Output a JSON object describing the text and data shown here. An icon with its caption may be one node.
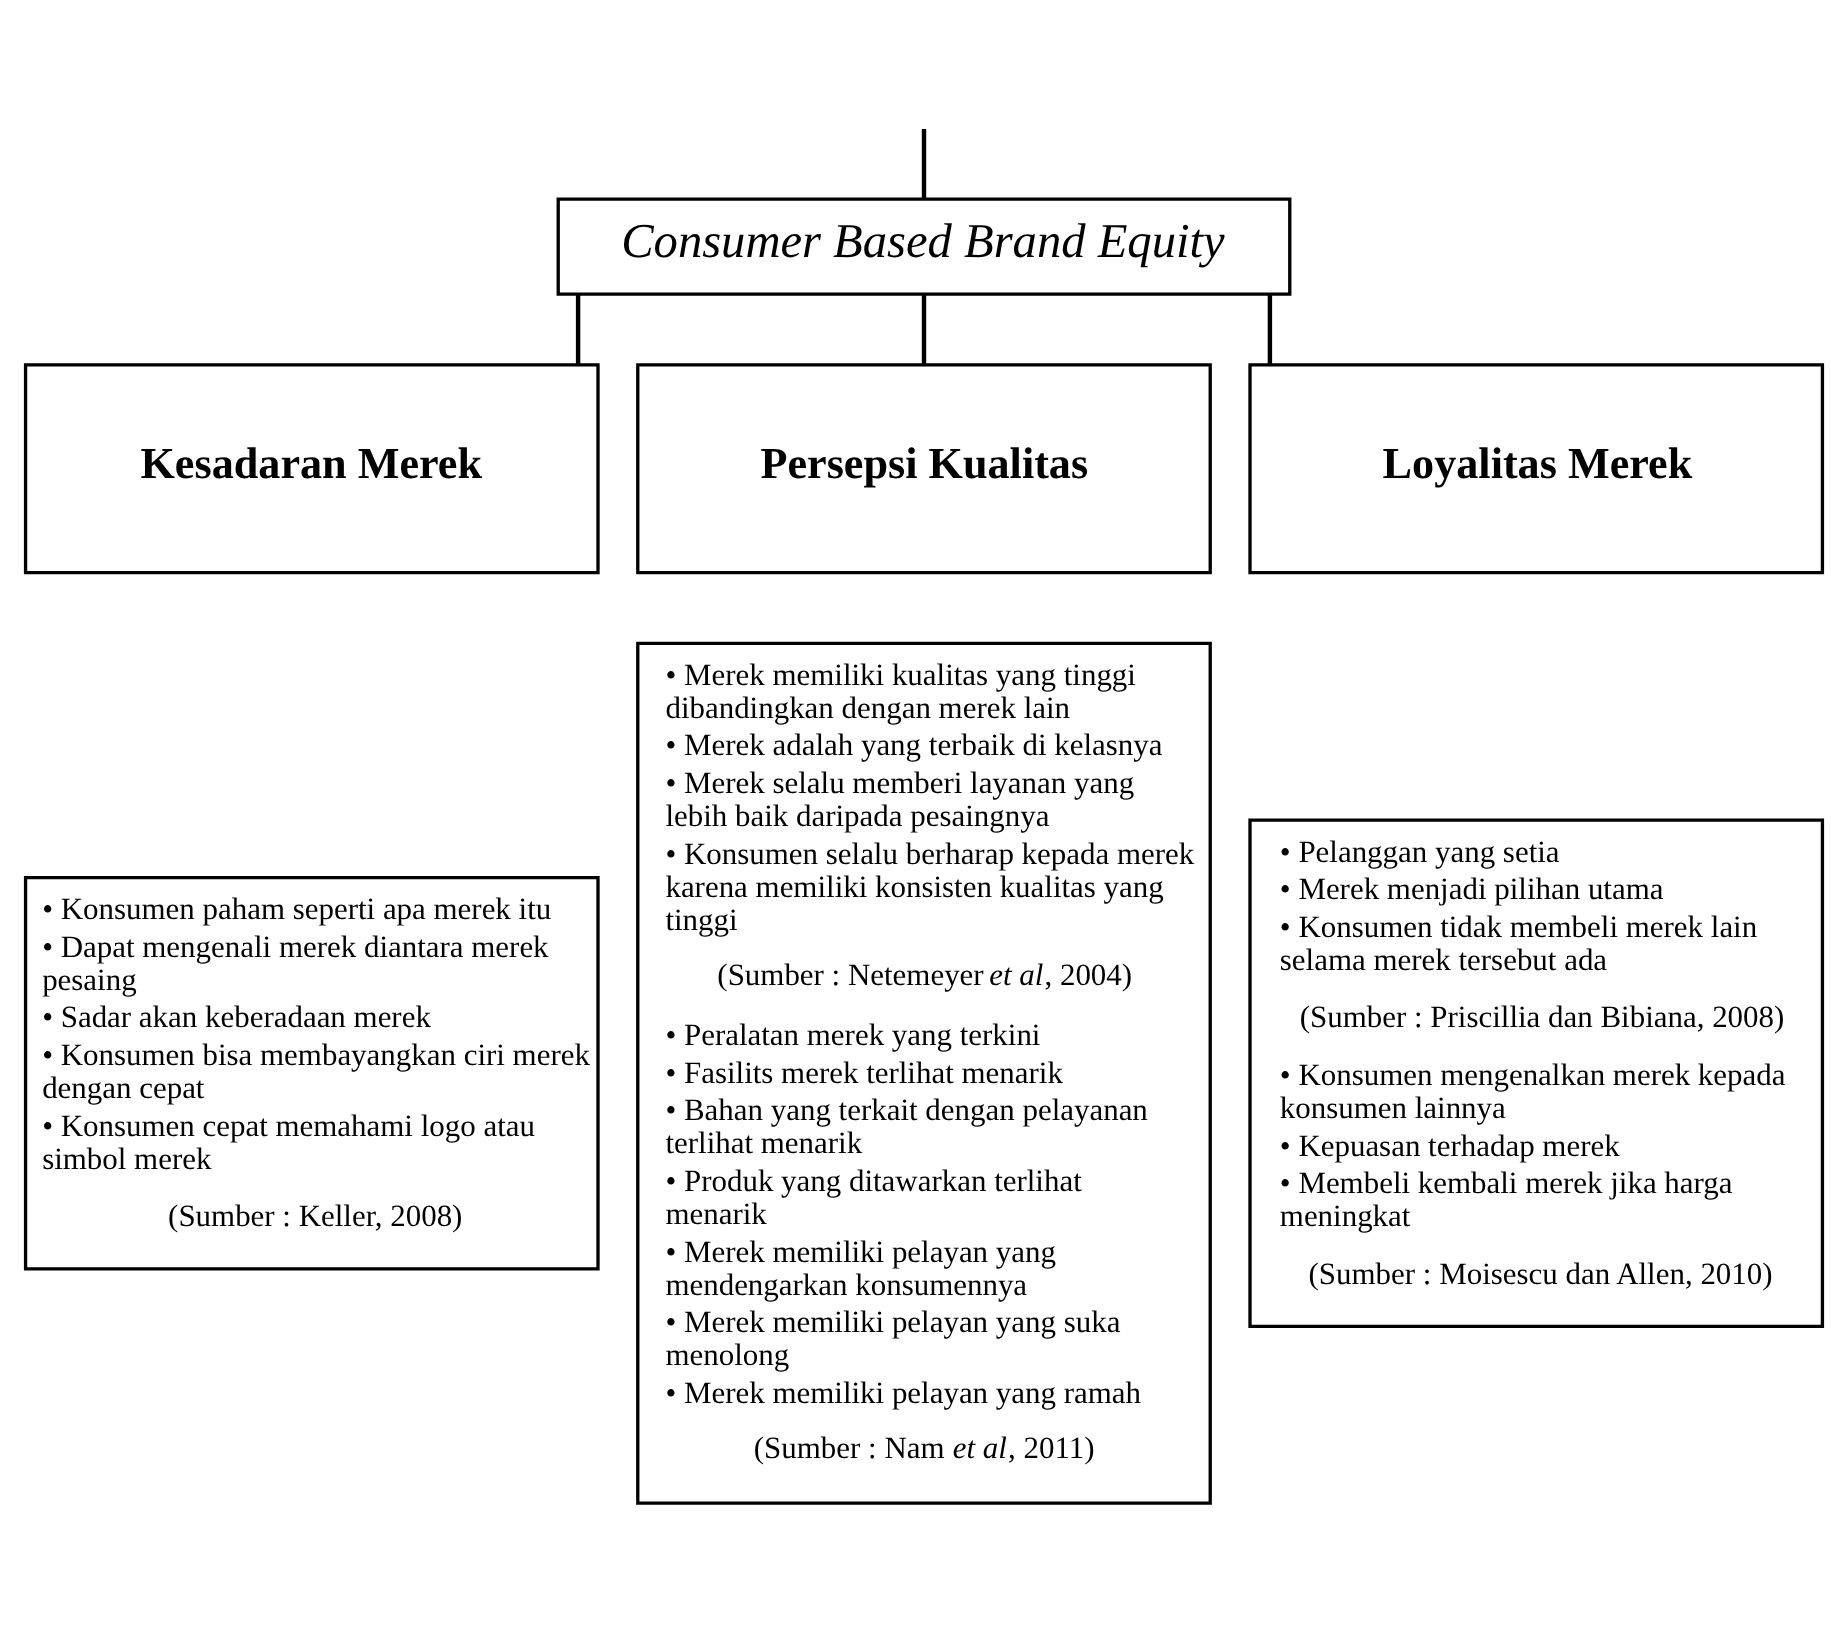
{
  "diagram": {
    "nodes": [
      {
        "text": [
          "Consumer Based Brand Equity"
        ]
      },
      {
        "text": [
          "Kesadaran Merek"
        ]
      },
      {
        "text": [
          "Persepsi Kualitas"
        ]
      },
      {
        "text": [
          "Loyalitas Merek"
        ]
      },
      {
        "text": [
          "• Konsumen paham seperti apa merek itu",
          "• Dapat mengenali merek diantara merek pesaing",
          "• Sadar akan keberadaan merek",
          "• Konsumen bisa membayangkan ciri merek dengan cepat",
          "• Konsumen cepat memahami logo atau simbol merek",
          "(Sumber : Keller, 2008)"
        ]
      },
      {
        "text": [
          "• Merek memiliki kualitas yang tinggi dibandingkan dengan merek lain",
          "• Merek adalah yang terbaik di kelasnya",
          "• Merek selalu memberi layanan yang lebih baik daripada pesaingnya",
          "• Konsumen selalu berharap kepada merek karena memiliki konsisten kualitas yang tinggi",
          "(Sumber : Netemeyer *et al*, 2004)",
          "• Peralatan merek yang terkini",
          "• Fasilits merek terlihat menarik",
          "• Bahan yang terkait dengan pelayanan terlihat menarik",
          "• Produk yang ditawarkan terlihat menarik",
          "• Merek memiliki pelayan yang mendengarkan konsumennya",
          "• Merek memiliki pelayan yang suka menolong",
          "• Merek memiliki pelayan yang ramah",
          "(Sumber : Nam *et al*, 2011)"
        ]
      },
      {
        "text": [
          "• Pelanggan yang setia",
          "• Merek menjadi pilihan utama",
          "• Konsumen tidak membeli merek lain selama merek tersebut ada",
          "(Sumber : Priscillia dan Bibiana, 2008)",
          "• Konsumen mengenalkan merek kepada konsumen lainnya",
          "• Kepuasan terhadap merek",
          "• Membeli kembali merek jika harga meningkat",
          "(Sumber : Moisescu dan Allen, 2010)"
        ]
      }
    ],
    "edges": [
      {
        "from": null,
        "to": 0,
        "arrow": "none"
      },
      {
        "from": 0,
        "to": 1,
        "arrow": "none"
      },
      {
        "from": 0,
        "to": 2,
        "arrow": "none"
      },
      {
        "from": 0,
        "to": 3,
        "arrow": "none"
      }
    ]
  }
}
